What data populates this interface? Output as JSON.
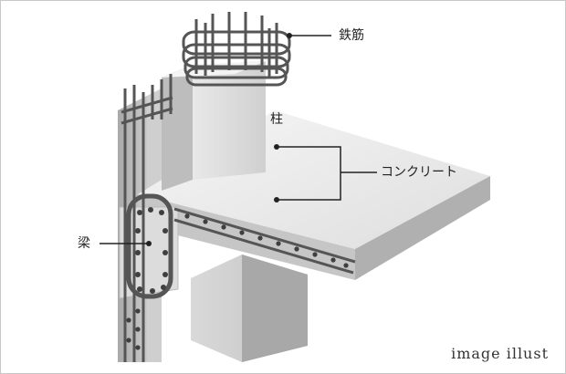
{
  "labels": {
    "rebar": "鉄筋",
    "column": "柱",
    "concrete": "コンクリート",
    "beam": "梁"
  },
  "caption": "image illust",
  "colors": {
    "concrete_light": "#eeeeee",
    "concrete_mid": "#d8d8d8",
    "concrete_dark": "#b9b9b9",
    "rebar": "#555555",
    "leader": "#222222"
  }
}
